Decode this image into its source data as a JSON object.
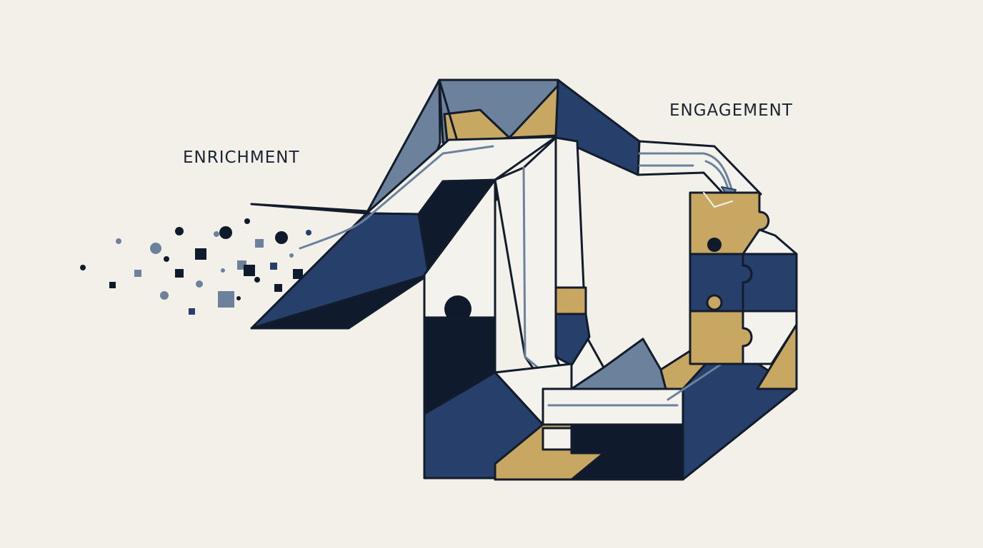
{
  "labels": {
    "enrichment": "ENRICHMENT",
    "engagement": "ENGAGEMENT"
  },
  "colors": {
    "background": "#f2f0e9",
    "outline": "#121c2b",
    "navy": "#273f6b",
    "dark": "#0f1b2c",
    "slate": "#6c819c",
    "gold": "#c8a762",
    "paper": "#f4f2ec"
  },
  "icons": [
    "data-particles",
    "puzzle-pieces",
    "flow-arrow",
    "ball"
  ]
}
